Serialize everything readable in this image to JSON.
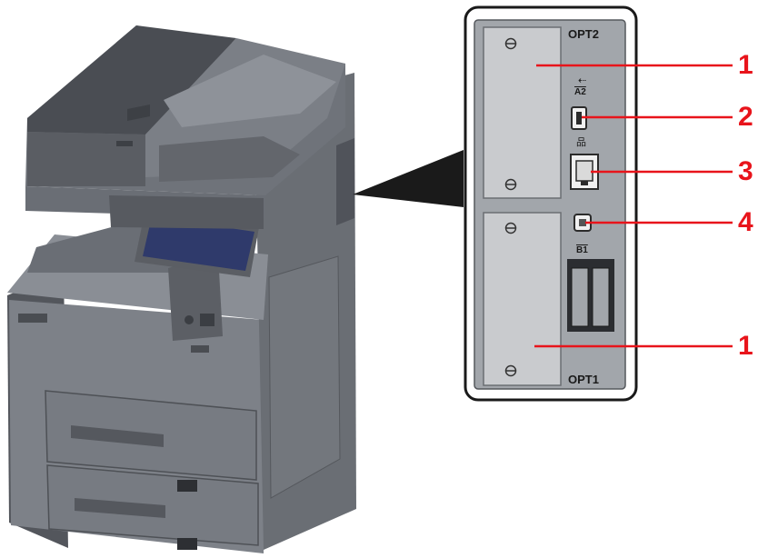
{
  "colors": {
    "callout": "#e8141b",
    "body_dark": "#5f6268",
    "body_mid": "#7b7f86",
    "body_light": "#9a9ea5",
    "panel_bg": "#9fa3a8",
    "slot_bg": "#c8cacd",
    "screen": "#2f3a6b"
  },
  "panel": {
    "opt2_label": "OPT2",
    "opt1_label": "OPT1",
    "usb_a_label": "A2",
    "usb_b_label": "B1"
  },
  "callouts": [
    {
      "number": "1",
      "target": "option-slot-opt2"
    },
    {
      "number": "2",
      "target": "usb-port-a2"
    },
    {
      "number": "3",
      "target": "network-port"
    },
    {
      "number": "4",
      "target": "usb-port-b"
    },
    {
      "number": "1",
      "target": "option-slot-opt1"
    }
  ]
}
